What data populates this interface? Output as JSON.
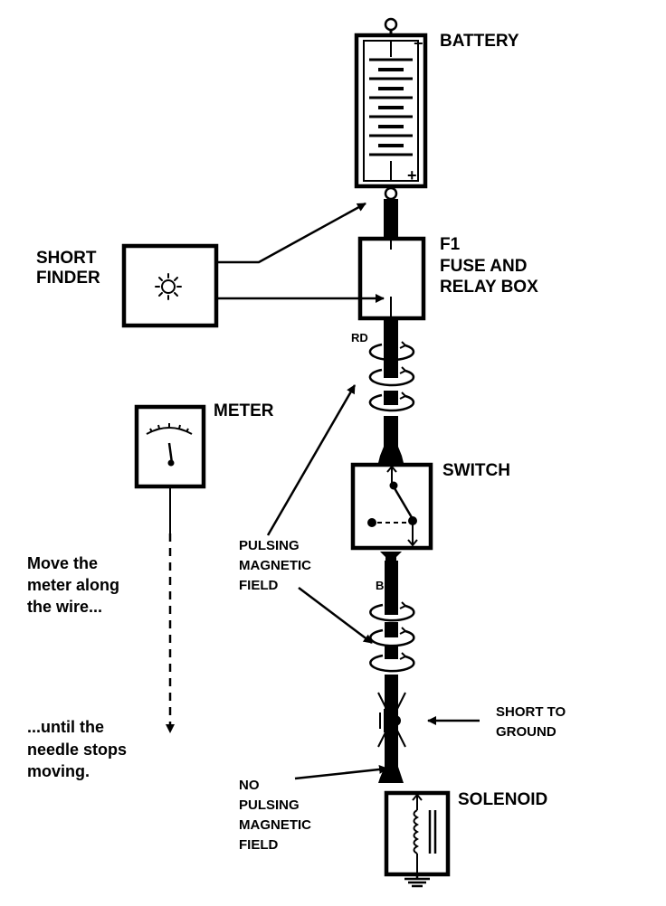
{
  "labels": {
    "battery": "BATTERY",
    "battery_minus": "−",
    "battery_plus": "+",
    "fuse_box": [
      "F1",
      "FUSE AND",
      "RELAY BOX"
    ],
    "short_finder": [
      "SHORT",
      "FINDER"
    ],
    "meter": "METER",
    "wire_rd": "RD",
    "switch": "SWITCH",
    "pulsing_field": [
      "PULSING",
      "MAGNETIC",
      "FIELD"
    ],
    "wire_bu": "BU",
    "move_meter": [
      "Move the",
      "meter along",
      "the wire..."
    ],
    "until_needle": [
      "...until the",
      "needle stops",
      "moving."
    ],
    "short_to_ground": [
      "SHORT TO",
      "GROUND"
    ],
    "no_pulsing_field": [
      "NO",
      "PULSING",
      "MAGNETIC",
      "FIELD"
    ],
    "solenoid": "SOLENOID"
  },
  "colors": {
    "ink": "#000000",
    "paper": "#ffffff"
  },
  "icons": {
    "short_finder": "sun-icon",
    "meter": "gauge-icon",
    "short": "ground-icon",
    "field": "coil-loop-icon"
  }
}
